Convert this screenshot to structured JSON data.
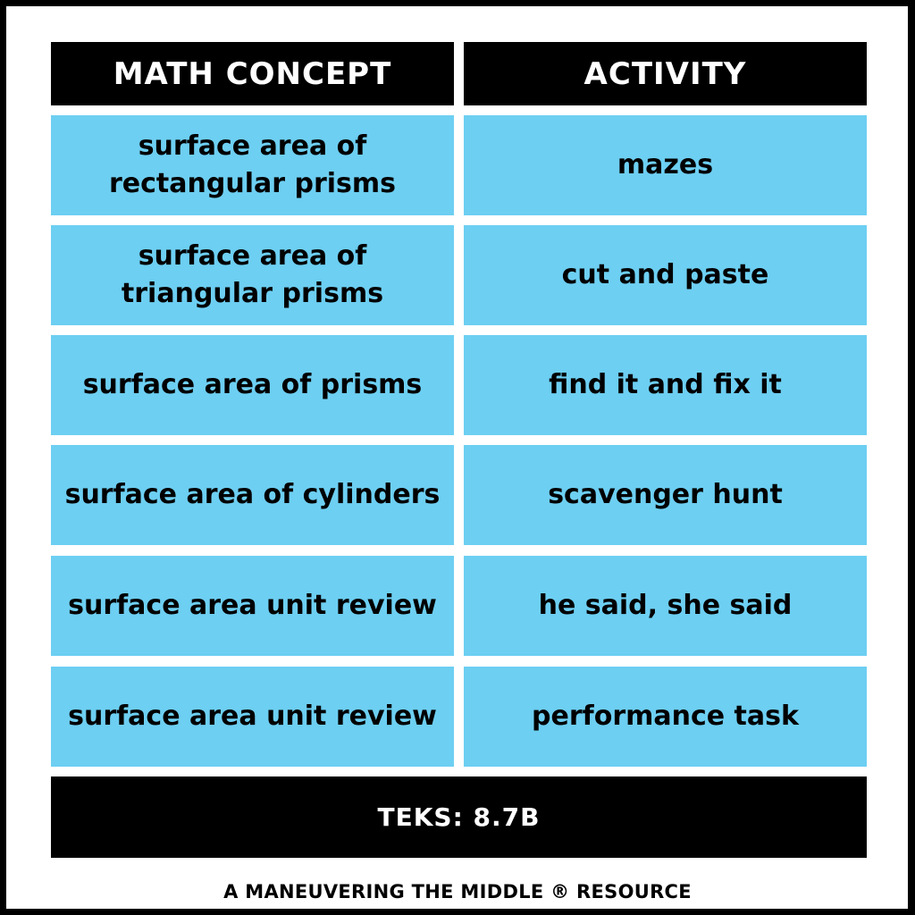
{
  "table": {
    "headers": [
      "MATH CONCEPT",
      "ACTIVITY"
    ],
    "rows": [
      {
        "concept": "surface area of rectangular prisms",
        "activity": "mazes"
      },
      {
        "concept": "surface area of triangular prisms",
        "activity": "cut and paste"
      },
      {
        "concept": "surface area of prisms",
        "activity": "find it and fix it"
      },
      {
        "concept": "surface area of cylinders",
        "activity": "scavenger hunt"
      },
      {
        "concept": "surface area unit review",
        "activity": "he said, she said"
      },
      {
        "concept": "surface area unit review",
        "activity": "performance task"
      }
    ]
  },
  "footer": {
    "teks": "TEKS: 8.7B"
  },
  "credit": "A MANEUVERING THE MIDDLE ® RESOURCE",
  "colors": {
    "row_bg": "#6dcff2",
    "header_bg": "#000000",
    "text": "#000000"
  }
}
